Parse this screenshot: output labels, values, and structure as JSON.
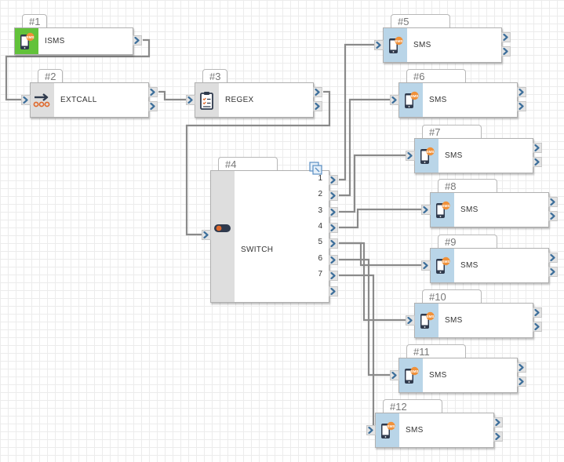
{
  "colors": {
    "isms_icon_bg": "#62c23a",
    "sms_icon_bg": "#b9d5e8",
    "gray_icon_bg": "#dedede",
    "wire": "#8a8a8a",
    "port_arrow": "#3d6f9b",
    "sms_badge": "#f0913a"
  },
  "nodes": [
    {
      "id": "1",
      "tab": "#1",
      "type": "ISMS",
      "label": "ISMS",
      "icon": "phone-sms-icon"
    },
    {
      "id": "2",
      "tab": "#2",
      "type": "EXTCALL",
      "label": "EXTCALL",
      "icon": "external-call-icon"
    },
    {
      "id": "3",
      "tab": "#3",
      "type": "REGEX",
      "label": "REGEX",
      "icon": "clipboard-checklist-icon"
    },
    {
      "id": "4",
      "tab": "#4",
      "type": "SWITCH",
      "label": "SWITCH",
      "icon": "toggle-switch-icon",
      "outputs": [
        "1",
        "2",
        "3",
        "4",
        "5",
        "6",
        "7",
        ""
      ]
    },
    {
      "id": "5",
      "tab": "#5",
      "type": "SMS",
      "label": "SMS",
      "icon": "phone-sms-icon"
    },
    {
      "id": "6",
      "tab": "#6",
      "type": "SMS",
      "label": "SMS",
      "icon": "phone-sms-icon"
    },
    {
      "id": "7",
      "tab": "#7",
      "type": "SMS",
      "label": "SMS",
      "icon": "phone-sms-icon"
    },
    {
      "id": "8",
      "tab": "#8",
      "type": "SMS",
      "label": "SMS",
      "icon": "phone-sms-icon"
    },
    {
      "id": "9",
      "tab": "#9",
      "type": "SMS",
      "label": "SMS",
      "icon": "phone-sms-icon"
    },
    {
      "id": "10",
      "tab": "#10",
      "type": "SMS",
      "label": "SMS",
      "icon": "phone-sms-icon"
    },
    {
      "id": "11",
      "tab": "#11",
      "type": "SMS",
      "label": "SMS",
      "icon": "phone-sms-icon"
    },
    {
      "id": "12",
      "tab": "#12",
      "type": "SMS",
      "label": "SMS",
      "icon": "phone-sms-icon"
    }
  ],
  "connections": [
    {
      "from": "1",
      "from_port": 0,
      "to": "2"
    },
    {
      "from": "2",
      "from_port": 0,
      "to": "3"
    },
    {
      "from": "3",
      "from_port": 0,
      "to": "4"
    },
    {
      "from": "4",
      "from_port": 0,
      "to": "5"
    },
    {
      "from": "4",
      "from_port": 1,
      "to": "6"
    },
    {
      "from": "4",
      "from_port": 2,
      "to": "7"
    },
    {
      "from": "4",
      "from_port": 3,
      "to": "8"
    },
    {
      "from": "4",
      "from_port": 4,
      "to": "9"
    },
    {
      "from": "4",
      "from_port": 4,
      "to": "10"
    },
    {
      "from": "4",
      "from_port": 5,
      "to": "11"
    },
    {
      "from": "4",
      "from_port": 6,
      "to": "12"
    }
  ],
  "badge_text": "SMS"
}
